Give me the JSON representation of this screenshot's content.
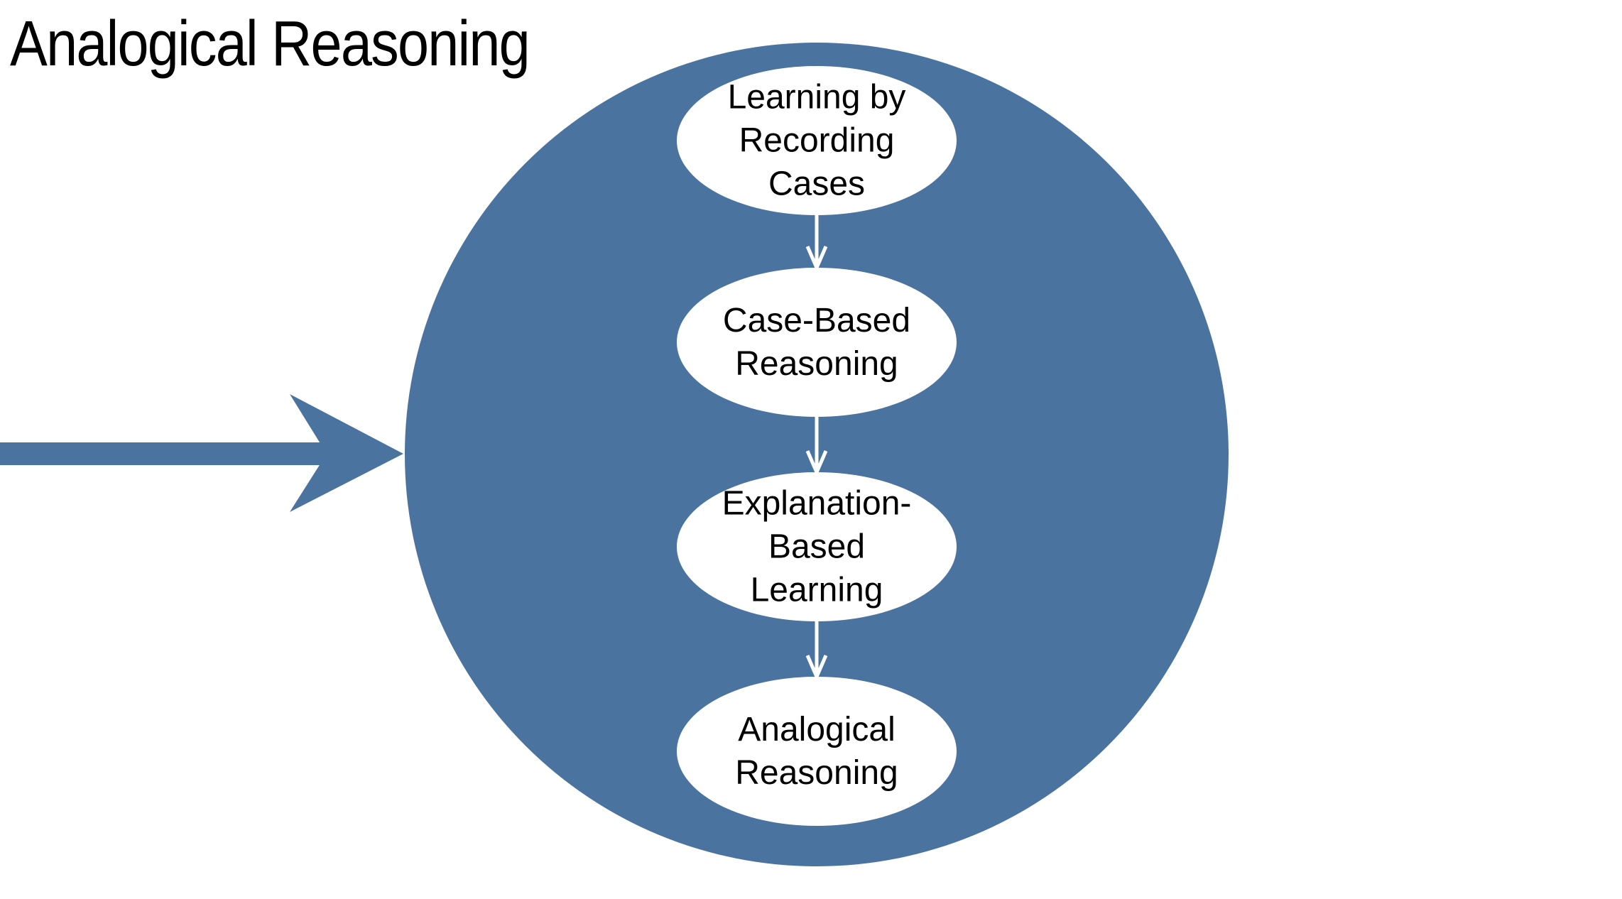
{
  "title": "Analogical Reasoning",
  "colors": {
    "circle_fill": "#4a749f",
    "node_fill": "#ffffff",
    "arrow_color": "#4a749f",
    "connector_color": "#ffffff",
    "text_color": "#000000"
  },
  "nodes": [
    {
      "id": "learning-by-recording-cases",
      "lines": [
        "Learning by",
        "Recording",
        "Cases"
      ]
    },
    {
      "id": "case-based-reasoning",
      "lines": [
        "Case-Based",
        "Reasoning"
      ]
    },
    {
      "id": "explanation-based-learning",
      "lines": [
        "Explanation-",
        "Based",
        "Learning"
      ]
    },
    {
      "id": "analogical-reasoning",
      "lines": [
        "Analogical",
        "Reasoning"
      ]
    }
  ],
  "edges": [
    {
      "from": 0,
      "to": 1
    },
    {
      "from": 1,
      "to": 2
    },
    {
      "from": 2,
      "to": 3
    }
  ]
}
